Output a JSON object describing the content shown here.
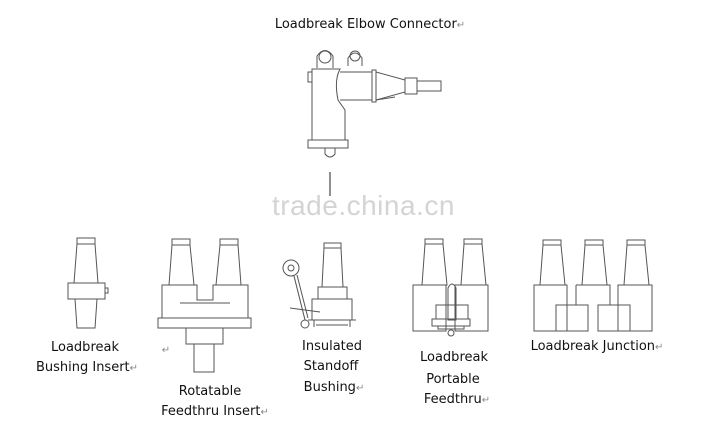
{
  "title": "Loadbreak Elbow Connector",
  "return_mark": "↵",
  "watermark": "trade.china.cn",
  "items": [
    {
      "lines": [
        "Loadbreak",
        "Bushing Insert"
      ]
    },
    {
      "lines": [
        "Rotatable",
        "Feedthru Insert"
      ]
    },
    {
      "lines": [
        "Insulated",
        "Standoff",
        "Bushing"
      ]
    },
    {
      "lines": [
        "Loadbreak",
        "Portable",
        "Feedthru"
      ]
    },
    {
      "lines": [
        "Loadbreak Junction"
      ]
    }
  ]
}
